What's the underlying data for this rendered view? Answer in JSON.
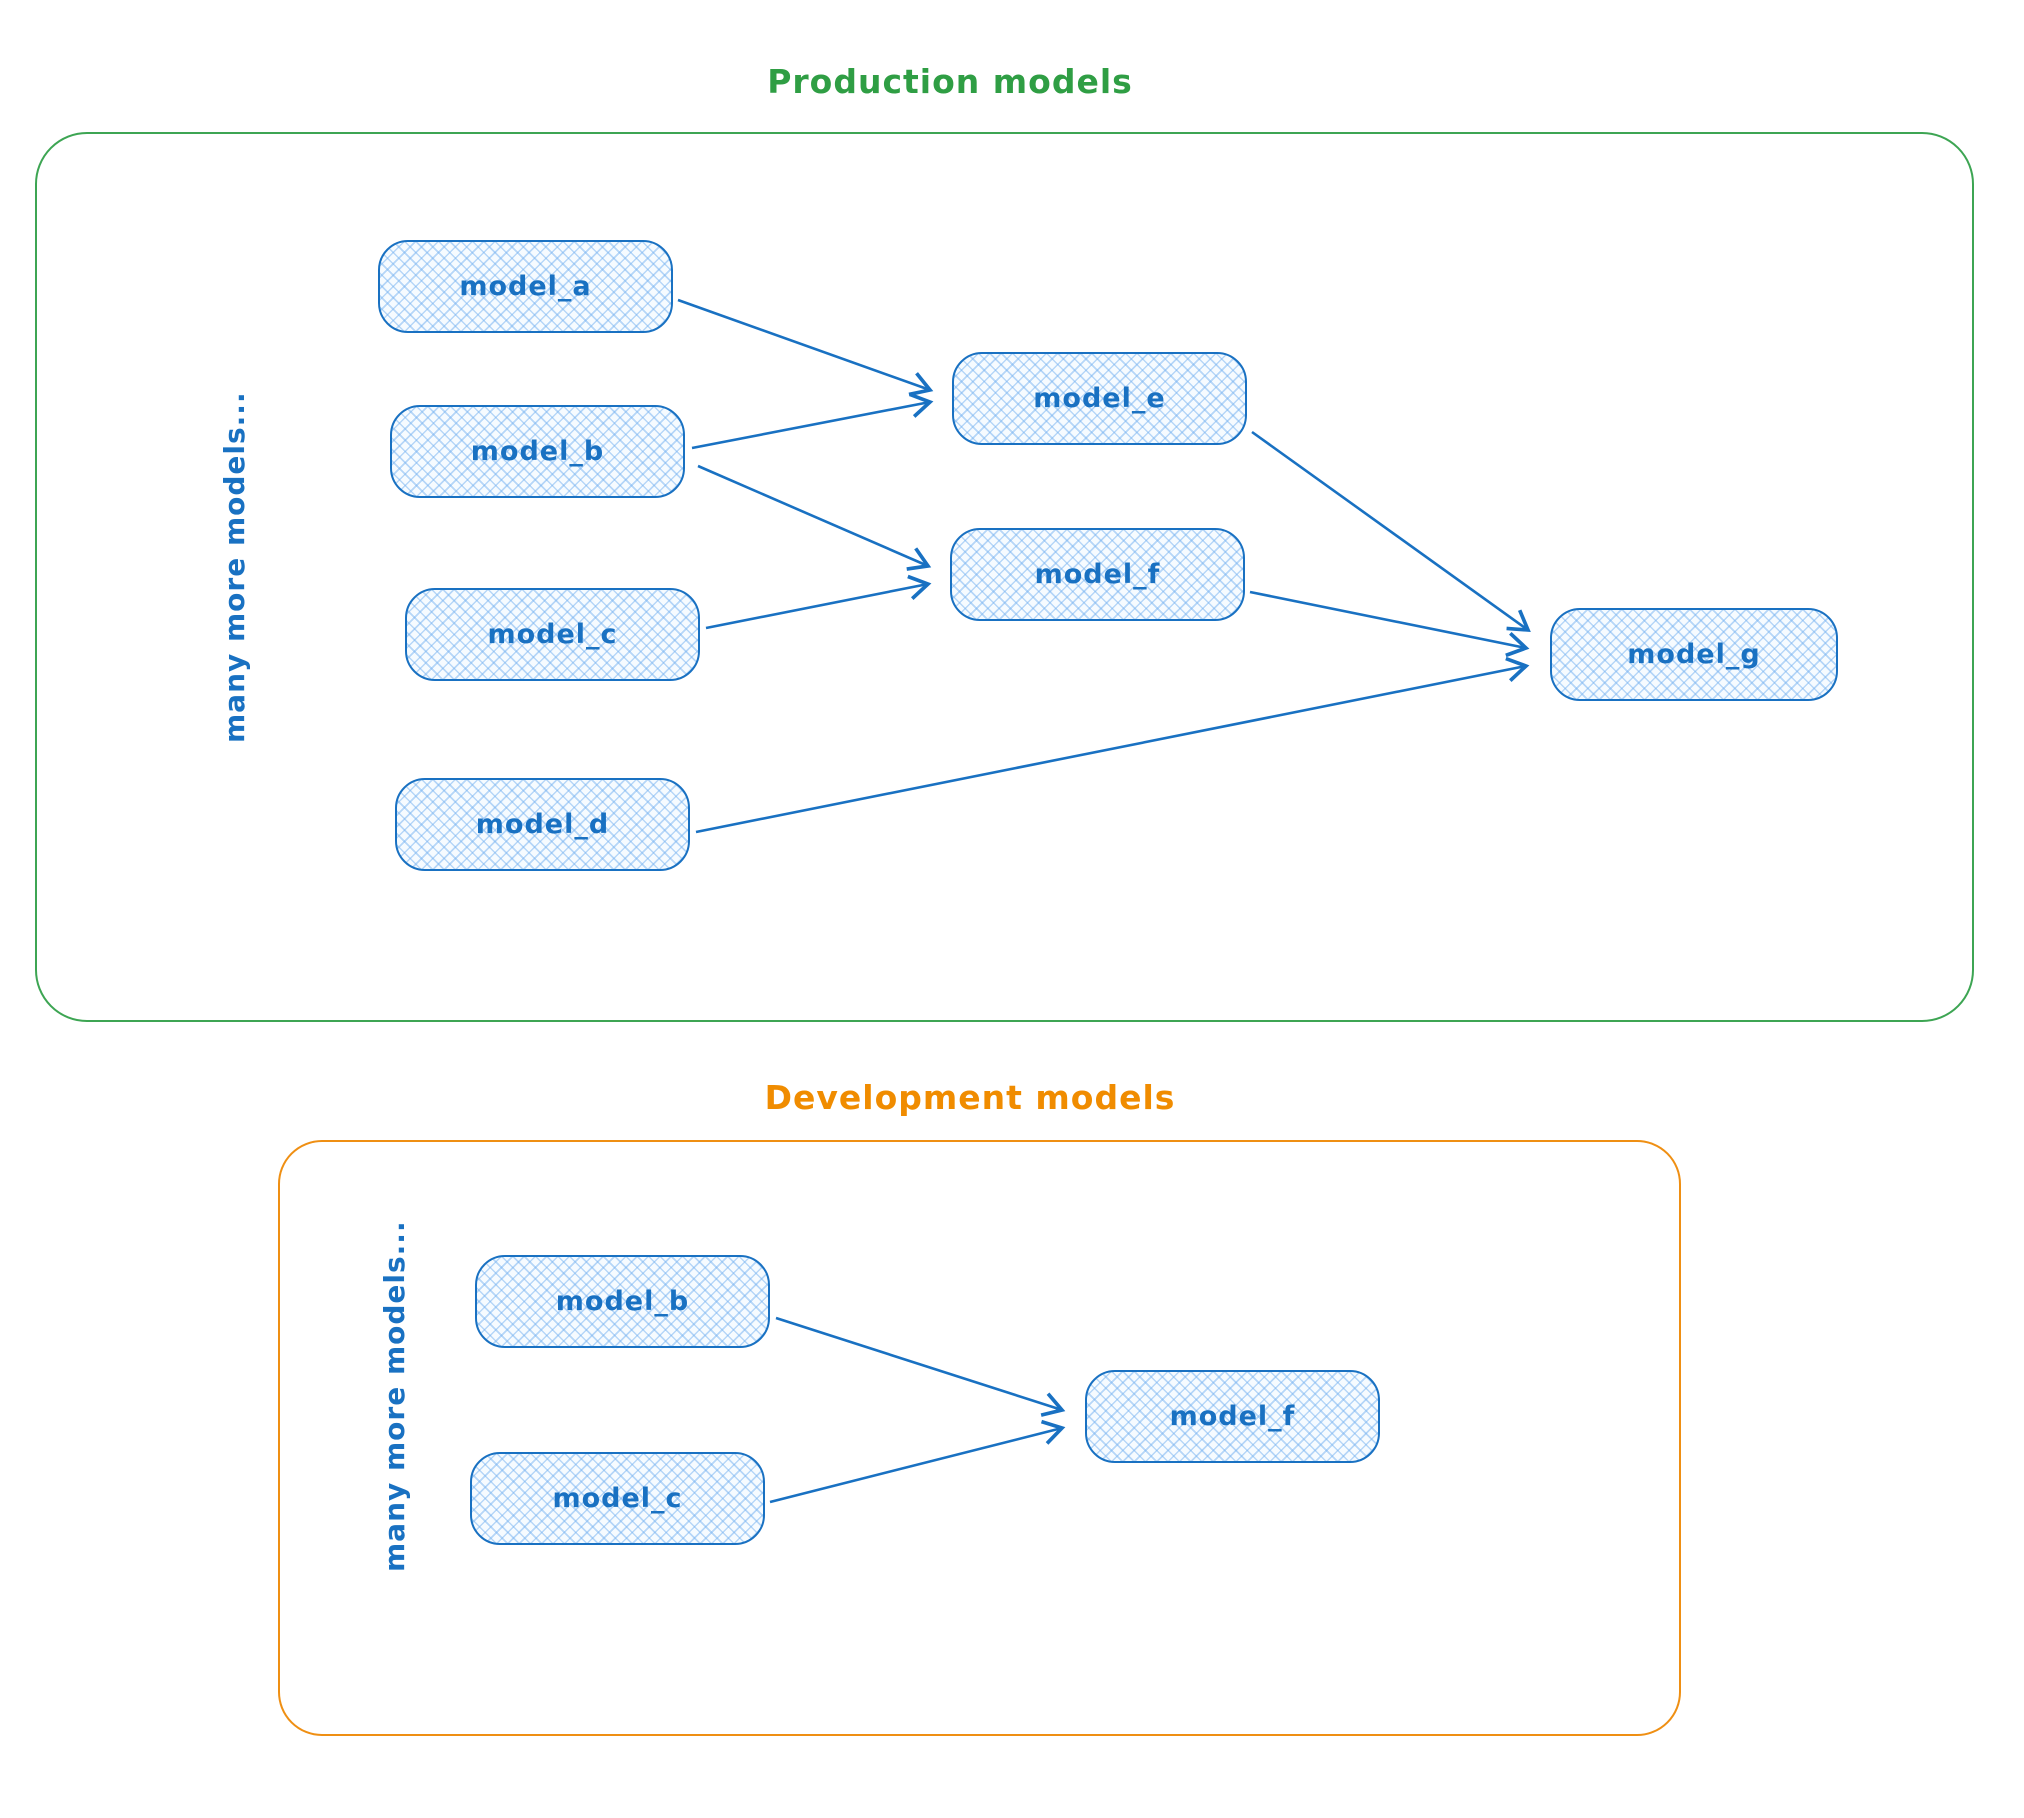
{
  "production": {
    "title": "Production models",
    "accent_color": "#2f9e44",
    "side_label": "many more models...",
    "nodes": {
      "a": {
        "label": "model_a"
      },
      "b": {
        "label": "model_b"
      },
      "c": {
        "label": "model_c"
      },
      "d": {
        "label": "model_d"
      },
      "e": {
        "label": "model_e"
      },
      "f": {
        "label": "model_f"
      },
      "g": {
        "label": "model_g"
      }
    },
    "edges": [
      {
        "from": "model_a",
        "to": "model_e"
      },
      {
        "from": "model_b",
        "to": "model_e"
      },
      {
        "from": "model_b",
        "to": "model_f"
      },
      {
        "from": "model_c",
        "to": "model_f"
      },
      {
        "from": "model_e",
        "to": "model_g"
      },
      {
        "from": "model_f",
        "to": "model_g"
      },
      {
        "from": "model_d",
        "to": "model_g"
      }
    ]
  },
  "development": {
    "title": "Development models",
    "accent_color": "#f08c00",
    "side_label": "many more models...",
    "nodes": {
      "b": {
        "label": "model_b"
      },
      "c": {
        "label": "model_c"
      },
      "f": {
        "label": "model_f"
      }
    },
    "edges": [
      {
        "from": "model_b",
        "to": "model_f"
      },
      {
        "from": "model_c",
        "to": "model_f"
      }
    ]
  },
  "colors": {
    "node_stroke": "#1971c2",
    "node_fill_hatch": "#a5d8ff",
    "arrow": "#1971c2",
    "production_accent": "#2f9e44",
    "development_accent": "#f08c00"
  }
}
